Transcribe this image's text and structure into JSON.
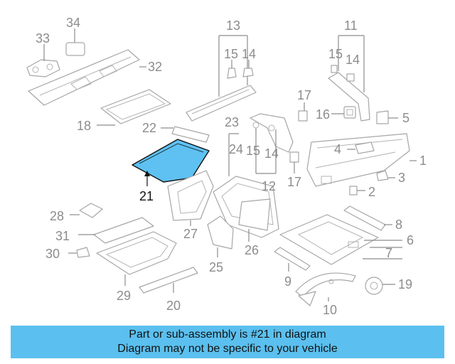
{
  "callouts": {
    "c1": "1",
    "c2": "2",
    "c3": "3",
    "c4": "4",
    "c5": "5",
    "c6": "6",
    "c7": "7",
    "c8": "8",
    "c9": "9",
    "c10": "10",
    "c11": "11",
    "c12": "12",
    "c13": "13",
    "c14a": "14",
    "c14b": "14",
    "c14c": "14",
    "c15a": "15",
    "c15b": "15",
    "c15c": "15",
    "c16": "16",
    "c17a": "17",
    "c17b": "17",
    "c18": "18",
    "c19": "19",
    "c20": "20",
    "c21": "21",
    "c22": "22",
    "c23": "23",
    "c24": "24",
    "c25": "25",
    "c26": "26",
    "c27": "27",
    "c28": "28",
    "c29": "29",
    "c30": "30",
    "c31": "31",
    "c32": "32",
    "c33": "33",
    "c34": "34"
  },
  "highlight_color": "#5ec1f2",
  "banner": {
    "line1": "Part or sub-assembly is #21 in diagram",
    "line2": "Diagram may not be specific to your vehicle",
    "color": "#5bc0ef"
  }
}
